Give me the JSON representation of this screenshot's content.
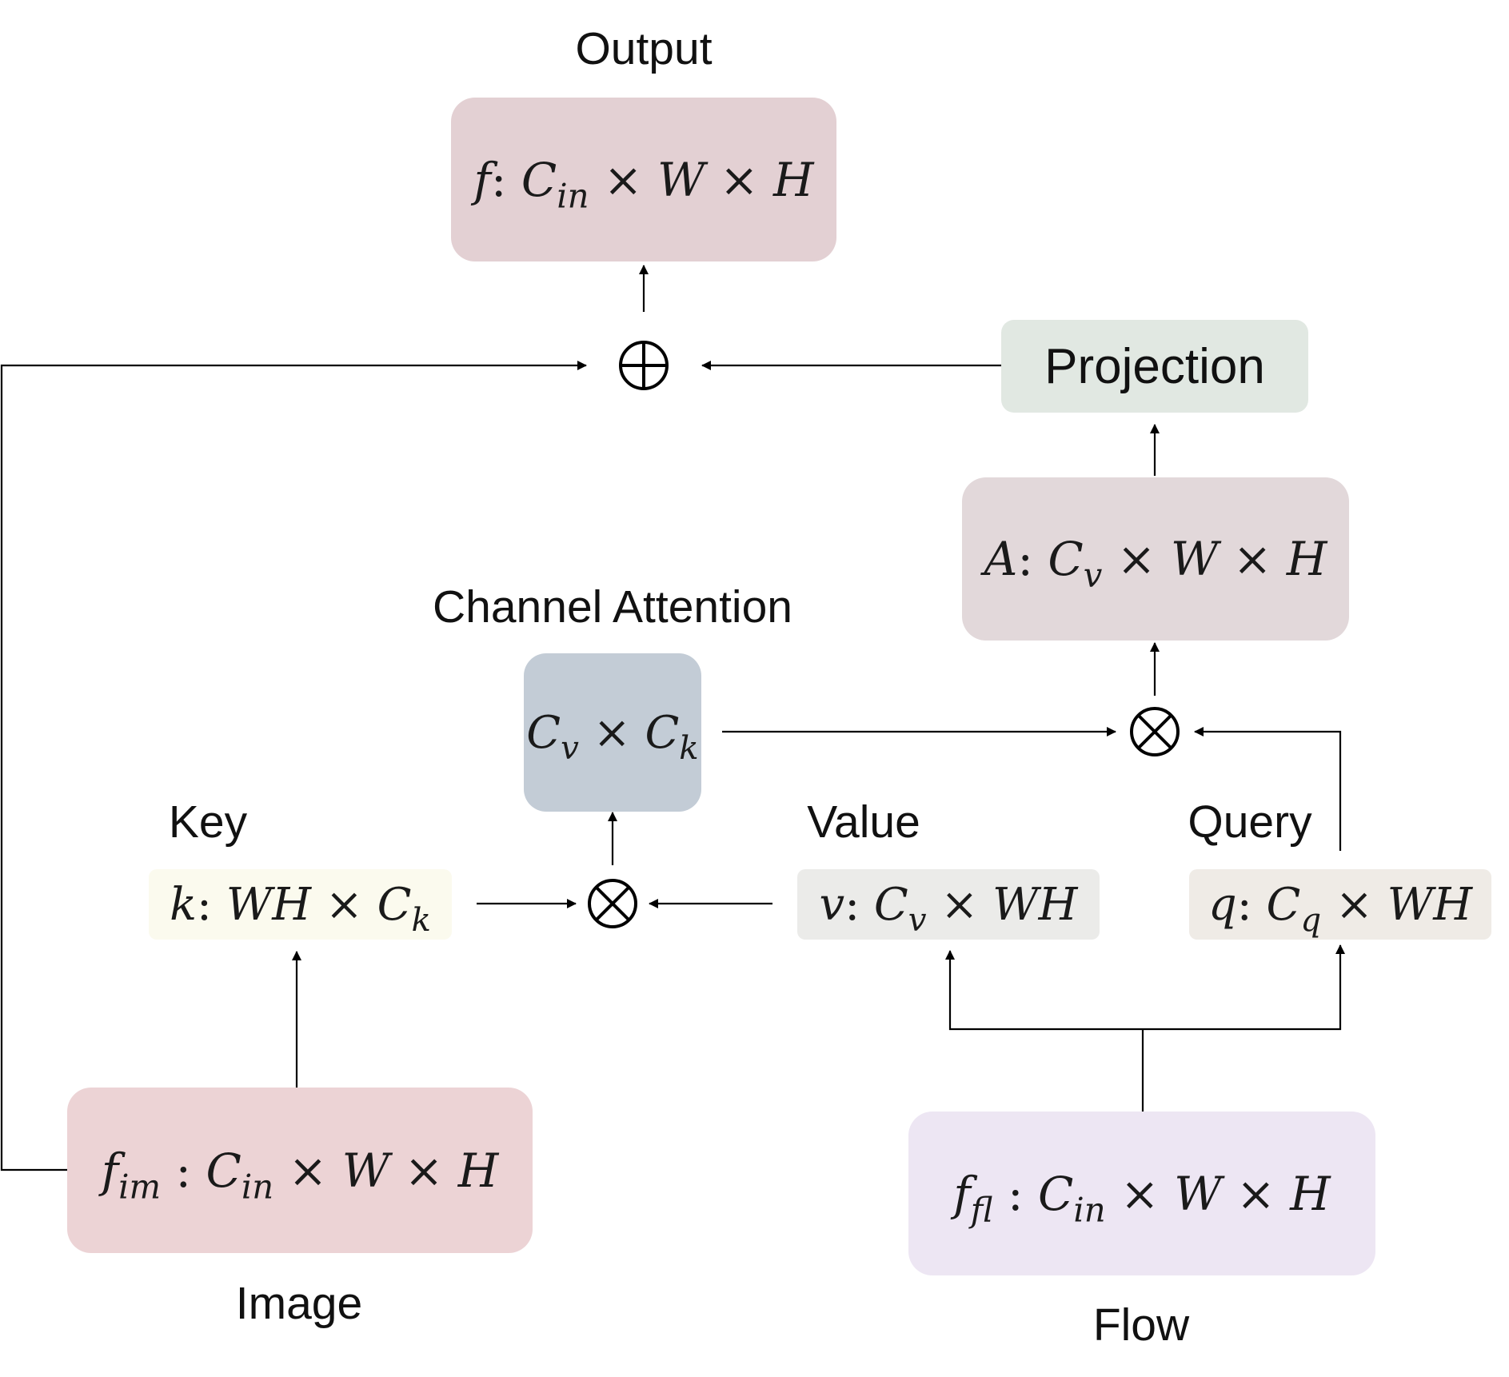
{
  "labels": {
    "output": "Output",
    "channel_attention": "Channel Attention",
    "key": "Key",
    "value": "Value",
    "query": "Query",
    "image": "Image",
    "flow": "Flow"
  },
  "boxes": {
    "output": {
      "var": "f",
      "colon": ":",
      "c": "C",
      "c_sub": "in",
      "rest": " × W × H",
      "color": "#e3d0d3"
    },
    "projection": {
      "text": "Projection",
      "color": "#e1e8e2"
    },
    "attention_map": {
      "var": "A",
      "colon": ":",
      "c": "C",
      "c_sub": "v",
      "rest": " × W × H",
      "color": "#e2d8da"
    },
    "channel_attention": {
      "c1": "C",
      "c1_sub": "v",
      "times": " × ",
      "c2": "C",
      "c2_sub": "k",
      "color": "#c3ccd6"
    },
    "key": {
      "var": "k",
      "colon": ":",
      "pre": "WH × ",
      "c": "C",
      "c_sub": "k",
      "color": "#fbfaee"
    },
    "value": {
      "var": "v",
      "colon": ":",
      "c": "C",
      "c_sub": "v",
      "rest": " × WH",
      "color": "#ebebe9"
    },
    "query": {
      "var": "q",
      "colon": ":",
      "c": "C",
      "c_sub": "q",
      "rest": " × WH",
      "color": "#efebe6"
    },
    "image": {
      "var": "f",
      "var_sub": "im",
      "colon": ":",
      "c": "C",
      "c_sub": "in",
      "rest": " × W × H",
      "color": "#ecd3d5"
    },
    "flow": {
      "var": "f",
      "var_sub": "fl",
      "colon": ":",
      "c": "C",
      "c_sub": "in",
      "rest": " × W × H",
      "color": "#ede6f3"
    }
  },
  "operators": {
    "sum": "oplus",
    "mult_top": "otimes",
    "mult_bottom": "otimes"
  }
}
